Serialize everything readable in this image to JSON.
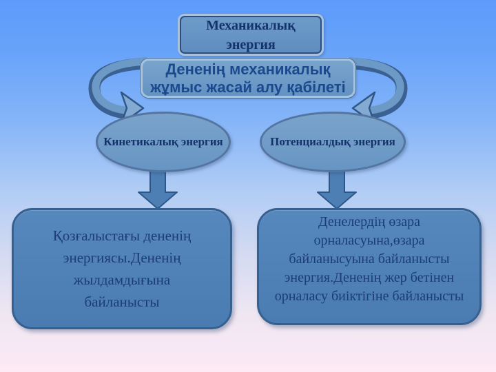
{
  "slide": {
    "top_box": {
      "label": "Механикалық энергия"
    },
    "definition_box": {
      "label": "Дененің механикалық жұмыс жасай алу қабілеті"
    },
    "kinetic_ellipse": {
      "label": "Кинетикалық энергия"
    },
    "potential_ellipse": {
      "label": "Потенциалдық энергия"
    },
    "kinetic_detail_box": {
      "text": "Қозғалыстағы дененің энергиясы.Дененің жылдамдығына байланысты"
    },
    "potential_detail_box": {
      "text": "Денелердің өзара орналасуына,өзара байланысуына байланысты энергия.Дененің жер бетінен орналасу биіктігіне байланысты"
    },
    "icons": {
      "curved_arrow_left": "loop-ribbon-arrow-pointing-down-right",
      "curved_arrow_right": "loop-ribbon-arrow-pointing-down-left",
      "down_arrow_left": "block-arrow-down",
      "down_arrow_right": "block-arrow-down"
    },
    "colors": {
      "background_top": "#5d9bfb",
      "background_bottom": "#fdeaf5",
      "shape_fill_light": "#6f9ac6",
      "shape_fill_dark": "#4d7fb5",
      "shape_border_light": "#a9c3dd",
      "shape_border_dark": "#35608f",
      "arrow_fill": "#4d7fb5",
      "ribbon_edge": "#3a6191",
      "ribbon_face": "#6d99c6",
      "text_dark_navy": "#14336b",
      "text_blue": "#1a4a8d",
      "text_detail": "#1b3c78"
    }
  }
}
